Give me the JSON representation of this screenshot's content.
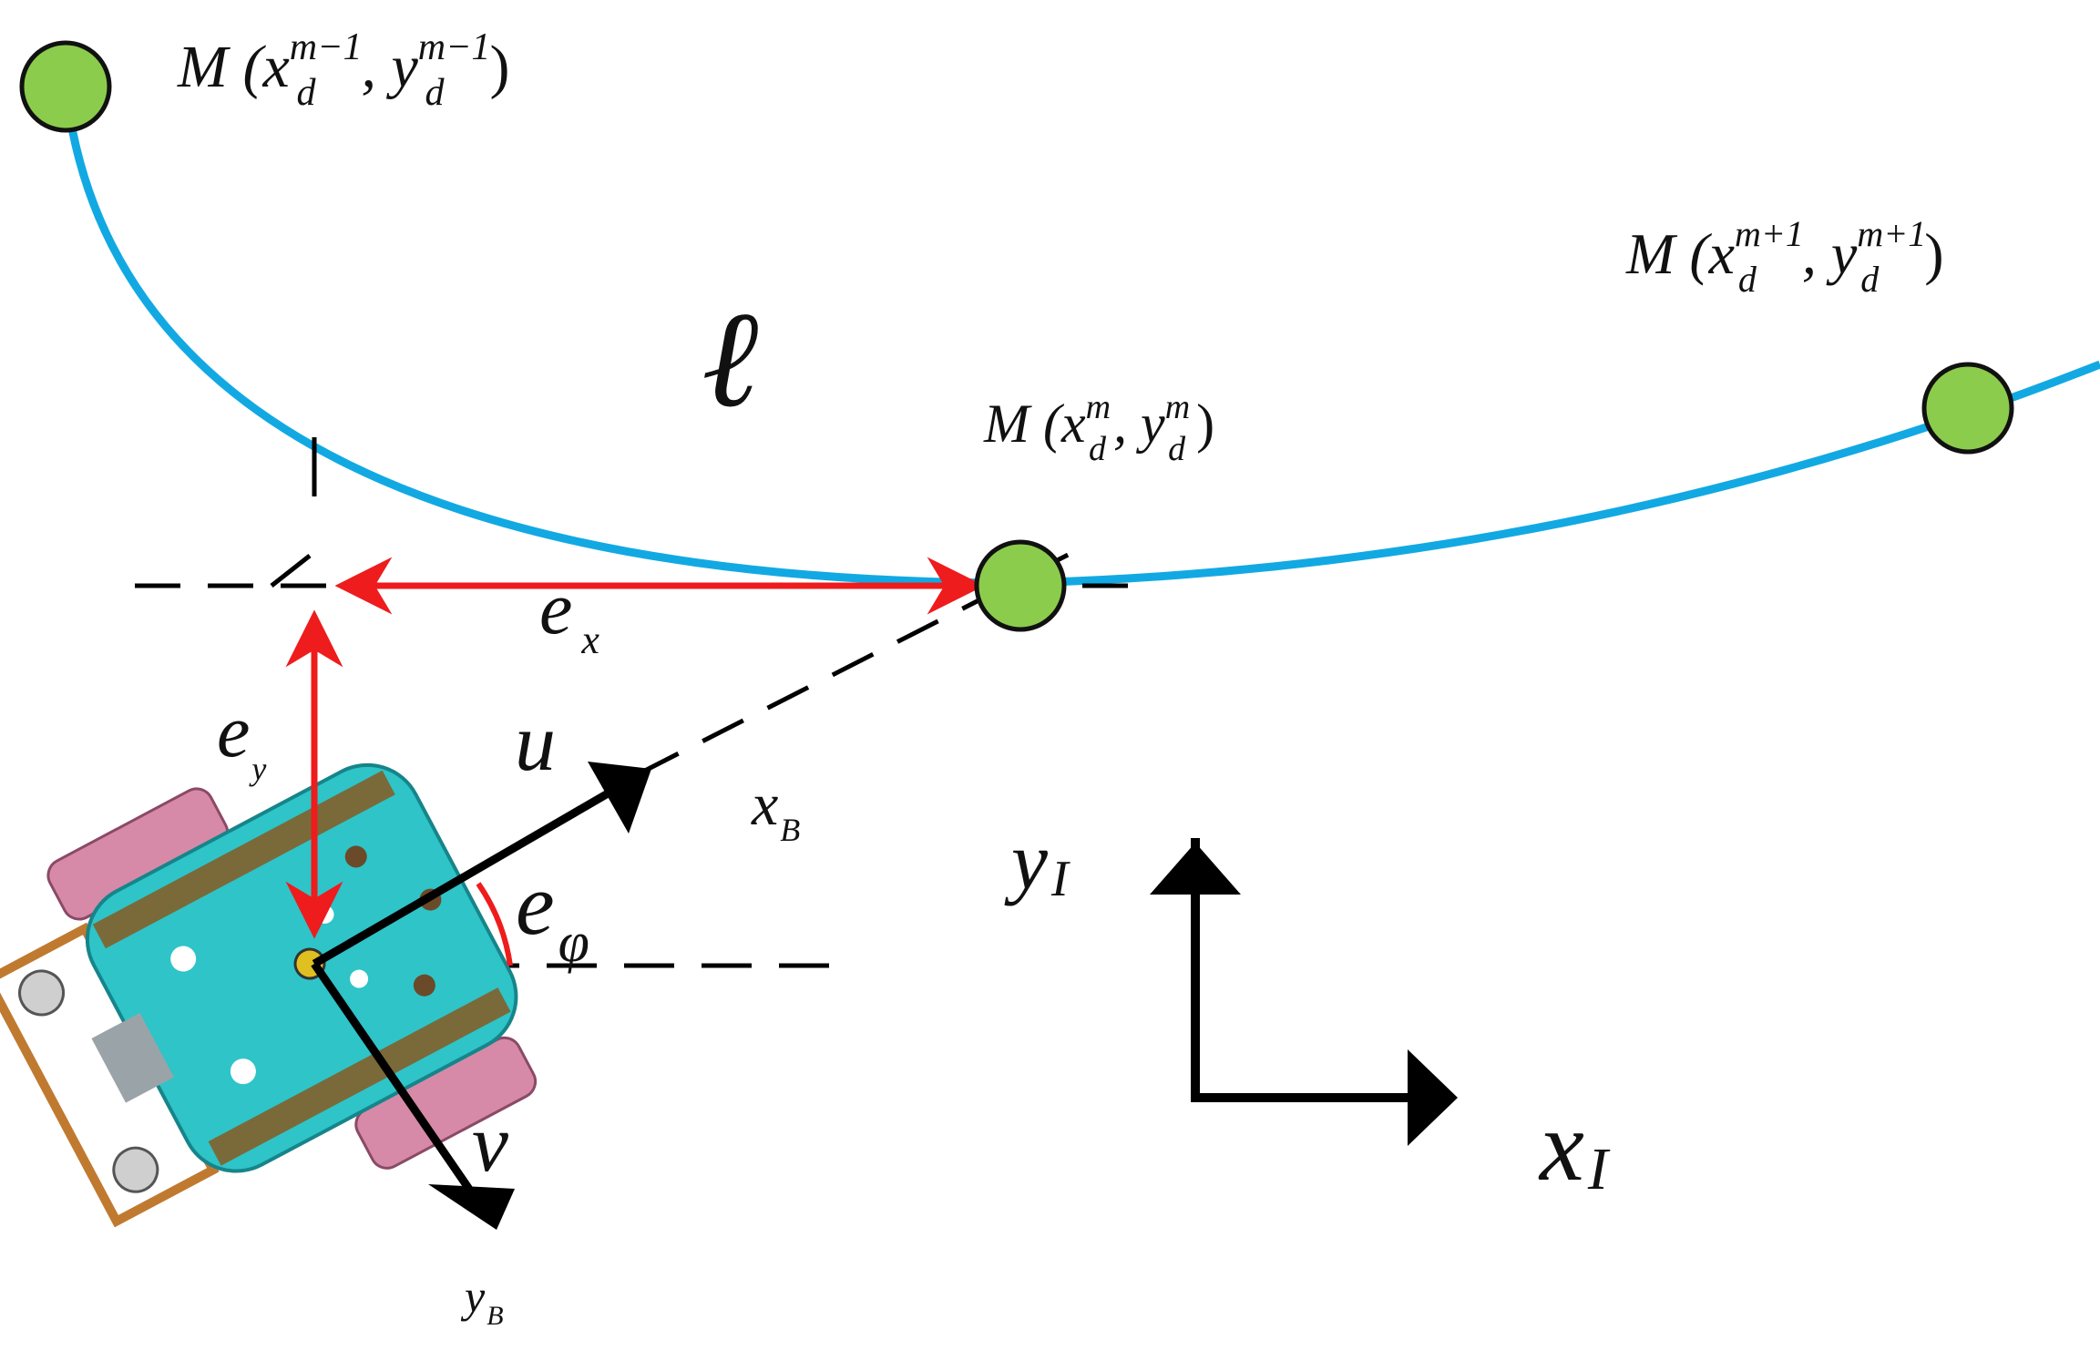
{
  "waypoints": {
    "prev": {
      "base": "M (x",
      "sup_x": "m−1",
      "sub_x": "d",
      "mid": ", y",
      "sup_y": "m−1",
      "sub_y": "d",
      "close": ")"
    },
    "curr": {
      "base": "M (x",
      "sup_x": "m",
      "sub_x": "d",
      "mid": ", y",
      "sup_y": "m",
      "sub_y": "d",
      "close": ")"
    },
    "next": {
      "base": "M (x",
      "sup_x": "m+1",
      "sub_x": "d",
      "mid": ", y",
      "sup_y": "m+1",
      "sub_y": "d",
      "close": ")"
    }
  },
  "path_symbol": "ℓ",
  "errors": {
    "ex_main": "e",
    "ex_sub": "x",
    "ey_main": "e",
    "ey_sub": "y",
    "ephi_main": "e",
    "ephi_sub": "φ"
  },
  "body_frame": {
    "u": "u",
    "v": "v",
    "xB_main": "x",
    "xB_sub": "B",
    "yB_main": "y",
    "yB_sub": "B"
  },
  "inertial_frame": {
    "xI_main": "x",
    "xI_sub": "I",
    "yI_main": "y",
    "yI_sub": "I"
  },
  "colors": {
    "path": "#12a9e3",
    "waypoint_fill": "#8ccc4c",
    "error_arrows": "#ee1c1c",
    "frame_arrows": "#000000",
    "robot_body": "#2ec4c8",
    "robot_frame": "#c07a30",
    "robot_wheels": "#d68aa8"
  }
}
